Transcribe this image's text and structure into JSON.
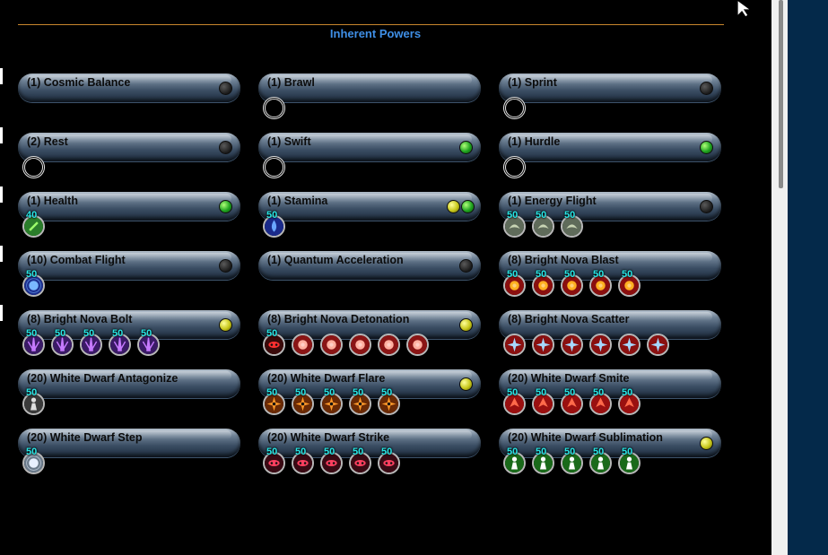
{
  "section": {
    "title": "Inherent Powers"
  },
  "colors": {
    "accent_rule": "#c8862d",
    "title": "#3f8fe6",
    "level_text": "#27e6e6"
  },
  "powers": [
    {
      "name": "(1) Cosmic Balance",
      "toggle": "off",
      "slots": []
    },
    {
      "name": "(1) Brawl",
      "toggle": "none",
      "slots": [
        {
          "level": "",
          "icon": "empty"
        }
      ]
    },
    {
      "name": "(1) Sprint",
      "toggle": "off",
      "slots": [
        {
          "level": "",
          "icon": "empty"
        }
      ]
    },
    {
      "name": "(2) Rest",
      "toggle": "off",
      "slots": [
        {
          "level": "",
          "icon": "empty"
        }
      ]
    },
    {
      "name": "(1) Swift",
      "toggle": "green",
      "slots": [
        {
          "level": "",
          "icon": "empty"
        }
      ]
    },
    {
      "name": "(1) Hurdle",
      "toggle": "green",
      "slots": [
        {
          "level": "",
          "icon": "empty"
        }
      ]
    },
    {
      "name": "(1) Health",
      "toggle": "green",
      "slots": [
        {
          "level": "40",
          "icon": "heal-green"
        }
      ]
    },
    {
      "name": "(1) Stamina",
      "toggle": "yellow-green",
      "slots": [
        {
          "level": "50",
          "icon": "endurance-blue"
        }
      ]
    },
    {
      "name": "(1) Energy Flight",
      "toggle": "off",
      "slots": [
        {
          "level": "50",
          "icon": "flight-grey"
        },
        {
          "level": "50",
          "icon": "flight-grey"
        },
        {
          "level": "50",
          "icon": "flight-grey"
        }
      ]
    },
    {
      "name": "(10) Combat Flight",
      "toggle": "off",
      "slots": [
        {
          "level": "50",
          "icon": "defense-blue"
        }
      ]
    },
    {
      "name": "(1) Quantum Acceleration",
      "toggle": "off",
      "slots": []
    },
    {
      "name": "(8) Bright Nova Blast",
      "toggle": "none",
      "slots": [
        {
          "level": "50",
          "icon": "damage-red"
        },
        {
          "level": "50",
          "icon": "damage-red"
        },
        {
          "level": "50",
          "icon": "damage-red"
        },
        {
          "level": "50",
          "icon": "damage-red"
        },
        {
          "level": "50",
          "icon": "damage-red"
        }
      ]
    },
    {
      "name": "(8) Bright Nova Bolt",
      "toggle": "yellow",
      "slots": [
        {
          "level": "50",
          "icon": "damage-purple"
        },
        {
          "level": "50",
          "icon": "damage-purple"
        },
        {
          "level": "50",
          "icon": "damage-purple"
        },
        {
          "level": "50",
          "icon": "damage-purple"
        },
        {
          "level": "50",
          "icon": "damage-purple"
        }
      ]
    },
    {
      "name": "(8) Bright Nova Detonation",
      "toggle": "yellow",
      "slots": [
        {
          "level": "50",
          "icon": "damage-red-dark"
        },
        {
          "level": "",
          "icon": "damage-red-ring"
        },
        {
          "level": "",
          "icon": "damage-red-ring"
        },
        {
          "level": "",
          "icon": "damage-red-ring"
        },
        {
          "level": "",
          "icon": "damage-red-ring"
        },
        {
          "level": "",
          "icon": "damage-red-ring"
        }
      ]
    },
    {
      "name": "(8) Bright Nova Scatter",
      "toggle": "none",
      "slots": [
        {
          "level": "",
          "icon": "accuracy-blue-star"
        },
        {
          "level": "",
          "icon": "accuracy-blue-star"
        },
        {
          "level": "",
          "icon": "accuracy-blue-star"
        },
        {
          "level": "",
          "icon": "accuracy-blue-star"
        },
        {
          "level": "",
          "icon": "accuracy-blue-star"
        },
        {
          "level": "",
          "icon": "accuracy-blue-star"
        }
      ]
    },
    {
      "name": "(20) White Dwarf Antagonize",
      "toggle": "none",
      "slots": [
        {
          "level": "50",
          "icon": "taunt-grey"
        }
      ]
    },
    {
      "name": "(20) White Dwarf Flare",
      "toggle": "yellow",
      "slots": [
        {
          "level": "50",
          "icon": "damage-orange"
        },
        {
          "level": "50",
          "icon": "damage-orange"
        },
        {
          "level": "50",
          "icon": "damage-orange"
        },
        {
          "level": "50",
          "icon": "damage-orange"
        },
        {
          "level": "50",
          "icon": "damage-orange"
        }
      ]
    },
    {
      "name": "(20) White Dwarf Smite",
      "toggle": "none",
      "slots": [
        {
          "level": "50",
          "icon": "damage-red-leaf"
        },
        {
          "level": "50",
          "icon": "damage-red-leaf"
        },
        {
          "level": "50",
          "icon": "damage-red-leaf"
        },
        {
          "level": "50",
          "icon": "damage-red-leaf"
        },
        {
          "level": "50",
          "icon": "damage-red-leaf"
        }
      ]
    },
    {
      "name": "(20) White Dwarf Step",
      "toggle": "none",
      "slots": [
        {
          "level": "50",
          "icon": "teleport-grey"
        }
      ]
    },
    {
      "name": "(20) White Dwarf Strike",
      "toggle": "none",
      "slots": [
        {
          "level": "50",
          "icon": "damage-dark-red"
        },
        {
          "level": "50",
          "icon": "damage-dark-red"
        },
        {
          "level": "50",
          "icon": "damage-dark-red"
        },
        {
          "level": "50",
          "icon": "damage-dark-red"
        },
        {
          "level": "50",
          "icon": "damage-dark-red"
        }
      ]
    },
    {
      "name": "(20) White Dwarf Sublimation",
      "toggle": "yellow",
      "slots": [
        {
          "level": "50",
          "icon": "heal-green-white"
        },
        {
          "level": "50",
          "icon": "heal-green-white"
        },
        {
          "level": "50",
          "icon": "heal-green-white"
        },
        {
          "level": "50",
          "icon": "heal-green-white"
        },
        {
          "level": "50",
          "icon": "heal-green-white"
        }
      ]
    }
  ]
}
